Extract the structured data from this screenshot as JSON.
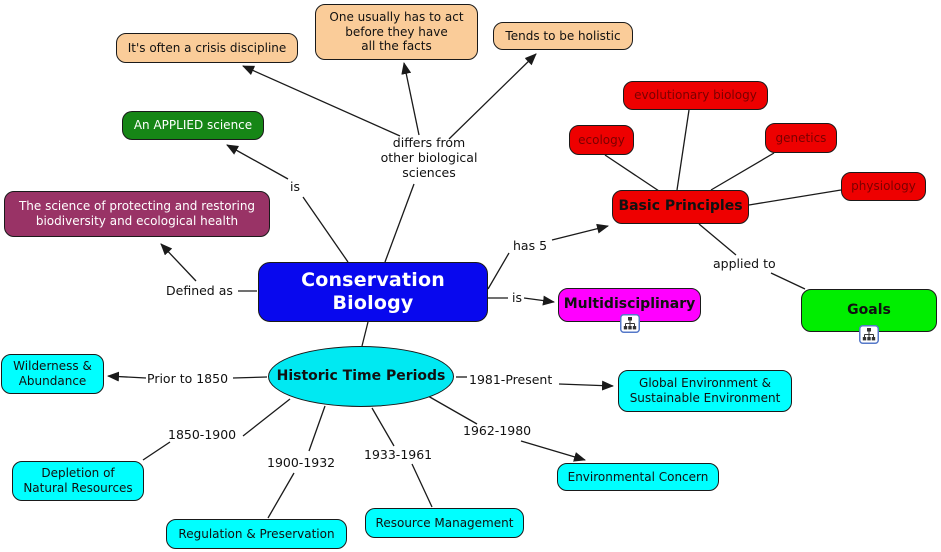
{
  "colors": {
    "peach": "#FACC99",
    "dark_green": "#168616",
    "maroon": "#993366",
    "blue": "#0808EE",
    "red": "#EE0000",
    "red_text": "#7A0000",
    "magenta": "#FF00FF",
    "bright_green": "#00EE00",
    "cyan": "#00FFFF",
    "cyan_ellipse": "#00E9F2",
    "line": "#1A1A1A",
    "white_text": "#FFFFFF",
    "black_text": "#111111"
  },
  "nodes": {
    "crisis": {
      "label": "It's often a crisis discipline"
    },
    "act_facts": {
      "label": "One usually has to act\nbefore they have\nall the facts"
    },
    "holistic": {
      "label": "Tends to be holistic"
    },
    "applied_science": {
      "label": "An APPLIED science"
    },
    "definition": {
      "label": "The science of protecting and restoring\nbiodiversity and ecological health"
    },
    "conservation_biology": {
      "label": "Conservation Biology"
    },
    "evolutionary_biology": {
      "label": "evolutionary biology"
    },
    "ecology": {
      "label": "ecology"
    },
    "genetics": {
      "label": "genetics"
    },
    "physiology": {
      "label": "physiology"
    },
    "basic_principles": {
      "label": "Basic Principles"
    },
    "multidisciplinary": {
      "label": "Multidisciplinary"
    },
    "goals": {
      "label": "Goals"
    },
    "historic_time_periods": {
      "label": "Historic Time Periods"
    },
    "wilderness": {
      "label": "Wilderness &\nAbundance"
    },
    "depletion": {
      "label": "Depletion of\nNatural Resources"
    },
    "regulation": {
      "label": "Regulation & Preservation"
    },
    "resource_management": {
      "label": "Resource Management"
    },
    "environmental_concern": {
      "label": "Environmental Concern"
    },
    "global_environment": {
      "label": "Global Environment &\nSustainable Environment"
    }
  },
  "link_labels": {
    "differs": "differs from\nother biological\nsciences",
    "is_applied": "is",
    "defined_as": "Defined as",
    "has_5": "has 5",
    "is_multi": "is",
    "applied_to": "applied to",
    "prior_1850": "Prior to 1850",
    "p1850_1900": "1850-1900",
    "p1900_1932": "1900-1932",
    "p1933_1961": "1933-1961",
    "p1962_1980": "1962-1980",
    "p1981_present": "1981-Present"
  },
  "icons": {
    "submap": "hierarchy-submap-icon"
  }
}
